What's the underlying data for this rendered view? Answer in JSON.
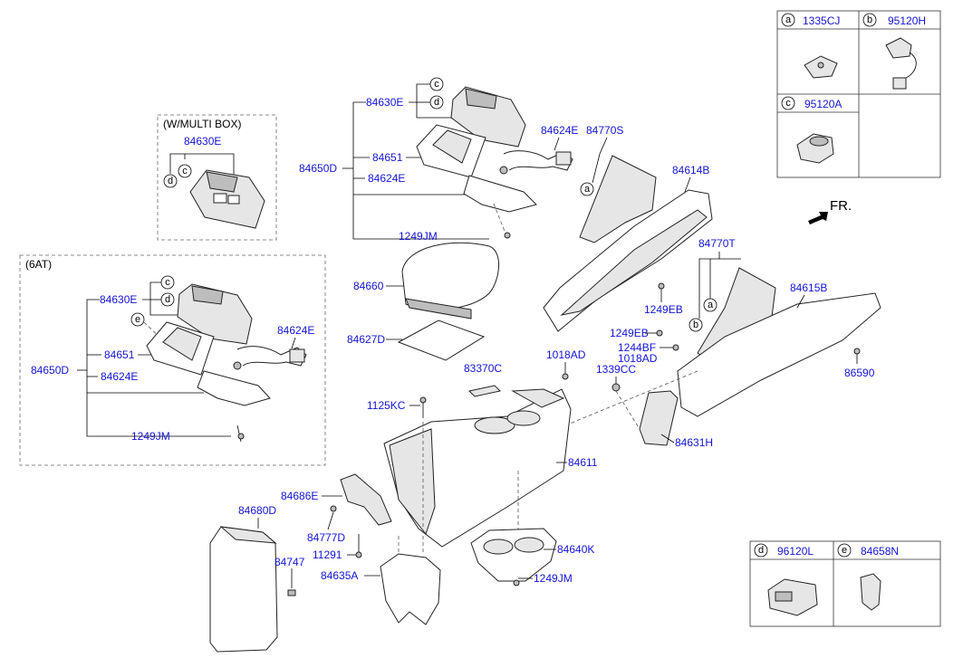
{
  "labels": {
    "p84630E_top": "84630E",
    "p84651_top": "84651",
    "p84650D_top": "84650D",
    "p84624E_top": "84624E",
    "p84624E_top2": "84624E",
    "p1249JM_top": "1249JM",
    "p84770S": "84770S",
    "p84614B": "84614B",
    "p84770T": "84770T",
    "p84615B": "84615B",
    "p1249EB_a": "1249EB",
    "p1249EB_b": "1249EB",
    "p1244BF": "1244BF",
    "p1018AD_a": "1018AD",
    "p1018AD_b": "1018AD",
    "p1339CC": "1339CC",
    "p86590": "86590",
    "p84631H": "84631H",
    "p84660": "84660",
    "p84627D": "84627D",
    "p83370C": "83370C",
    "p1125KC": "1125KC",
    "p84611": "84611",
    "p84686E": "84686E",
    "p84680D": "84680D",
    "p84777D": "84777D",
    "p11291": "11291",
    "p84747": "84747",
    "p84635A": "84635A",
    "p84640K": "84640K",
    "p1249JM_bot": "1249JM",
    "multibox_title": "(W/MULTI BOX)",
    "p84630E_mb": "84630E",
    "at_title": "(6AT)",
    "p84630E_at": "84630E",
    "p84651_at": "84651",
    "p84650D_at": "84650D",
    "p84624E_at": "84624E",
    "p84624E_at2": "84624E",
    "p1249JM_at": "1249JM",
    "fr": "FR."
  },
  "callouts": {
    "a": "a",
    "b": "b",
    "c": "c",
    "d": "d",
    "e": "e"
  },
  "legend_top": {
    "a": {
      "letter": "a",
      "part": "1335CJ"
    },
    "b": {
      "letter": "b",
      "part": "95120H"
    },
    "c": {
      "letter": "c",
      "part": "95120A"
    }
  },
  "legend_bottom": {
    "d": {
      "letter": "d",
      "part": "96120L"
    },
    "e": {
      "letter": "e",
      "part": "84658N"
    }
  },
  "colors": {
    "label": "#1414d8",
    "line": "#000000"
  },
  "icons": [
    "front-arrow-icon"
  ]
}
